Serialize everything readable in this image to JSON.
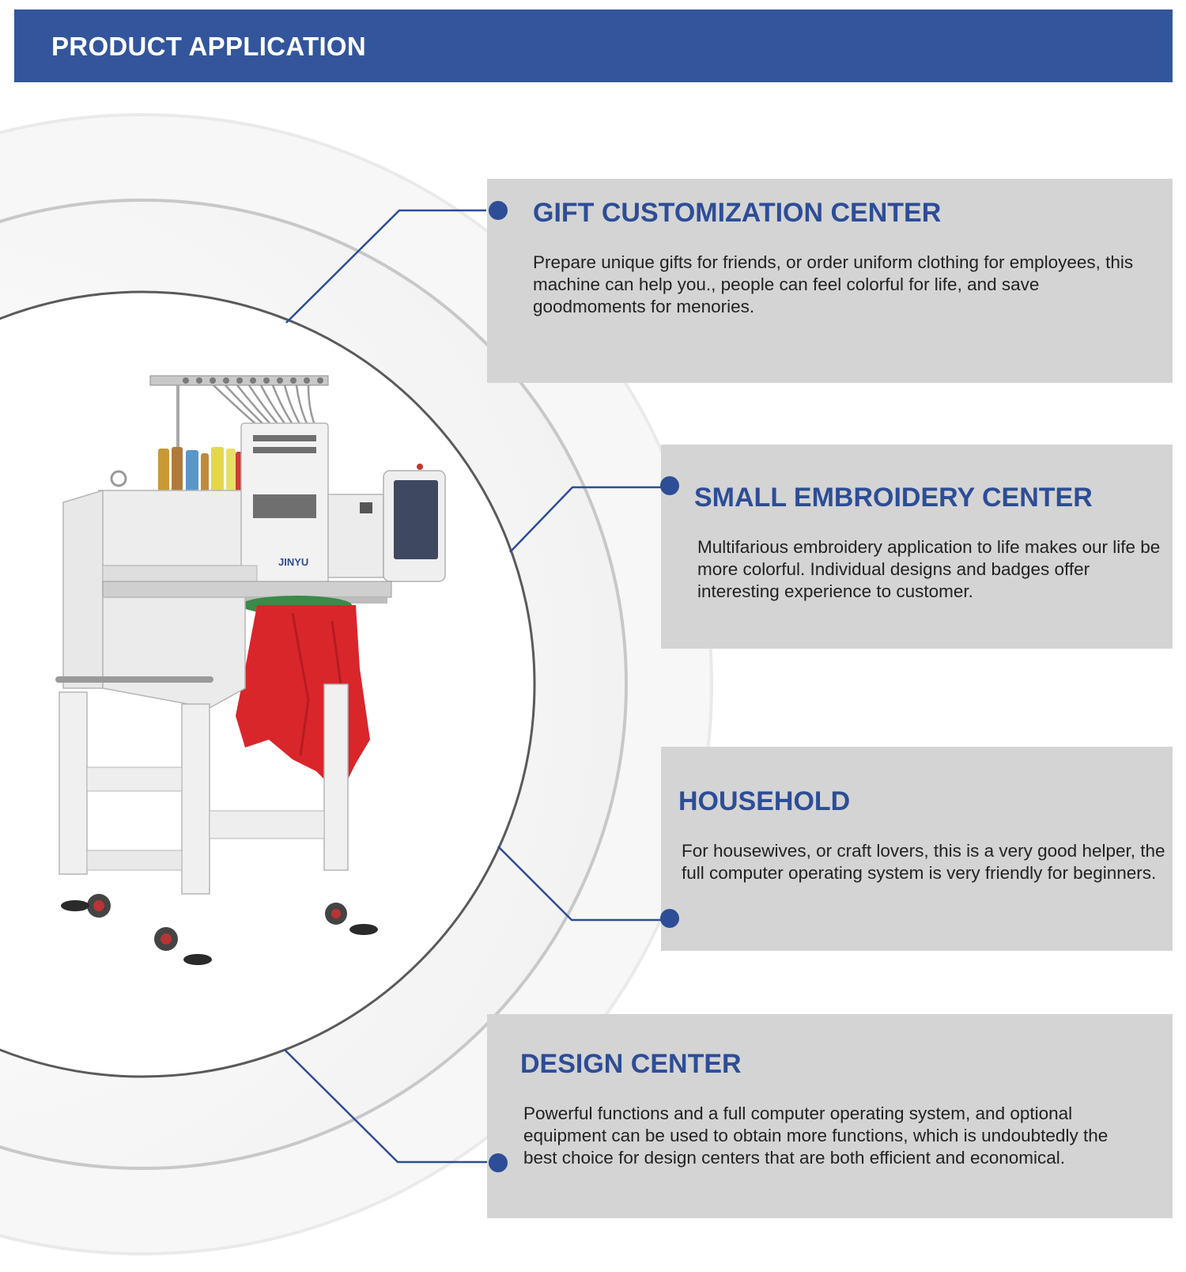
{
  "header": {
    "title": "PRODUCT APPLICATION"
  },
  "colors": {
    "brand_blue": "#33559b",
    "card_grey": "#d4d4d4",
    "title_blue": "#2d4d96"
  },
  "machine": {
    "brand_label": "JINYU"
  },
  "cards": [
    {
      "title": "GIFT CUSTOMIZATION CENTER",
      "text": "Prepare unique gifts for friends, or order uniform clothing for employees, this machine can help you., people can feel colorful for life, and save goodmoments for menories."
    },
    {
      "title": "SMALL EMBROIDERY CENTER",
      "text": "Multifarious embroidery application to life makes our life be more colorful. Individual designs and badges offer interesting experience to customer."
    },
    {
      "title": "HOUSEHOLD",
      "text": "For housewives, or craft lovers, this is a very good helper, the full computer operating system is very friendly for beginners."
    },
    {
      "title": "DESIGN CENTER",
      "text": "Powerful functions and a full computer operating system, and optional equipment can be used to obtain more functions, which is undoubtedly the best choice for design centers that are both efficient and economical."
    }
  ]
}
